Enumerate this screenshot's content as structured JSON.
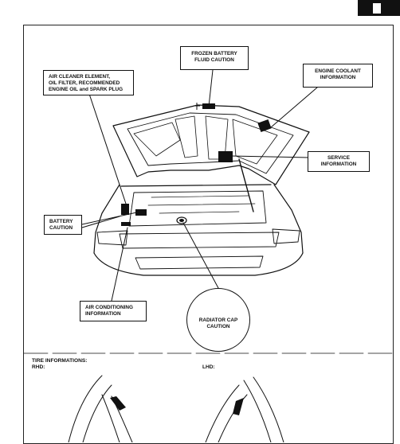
{
  "header": {
    "tab_glyph": "▮"
  },
  "callouts": {
    "frozen_battery": "FROZEN BATTERY\nFLUID CAUTION",
    "air_cleaner": "AIR CLEANER ELEMENT,\nOIL FILTER, RECOMMENDED\nENGINE OIL and SPARK PLUG",
    "engine_coolant": "ENGINE COOLANT\nINFORMATION",
    "service": "SERVICE\nINFORMATION",
    "battery": "BATTERY\nCAUTION",
    "air_conditioning": "AIR CONDITIONING\nINFORMATION",
    "radiator_cap": "RADIATOR CAP\nCAUTION"
  },
  "tire_section": {
    "title": "TIRE INFORMATIONS:",
    "rhd_label": "RHD:",
    "lhd_label": "LHD:"
  },
  "colors": {
    "ink": "#111111",
    "paper": "#ffffff"
  }
}
